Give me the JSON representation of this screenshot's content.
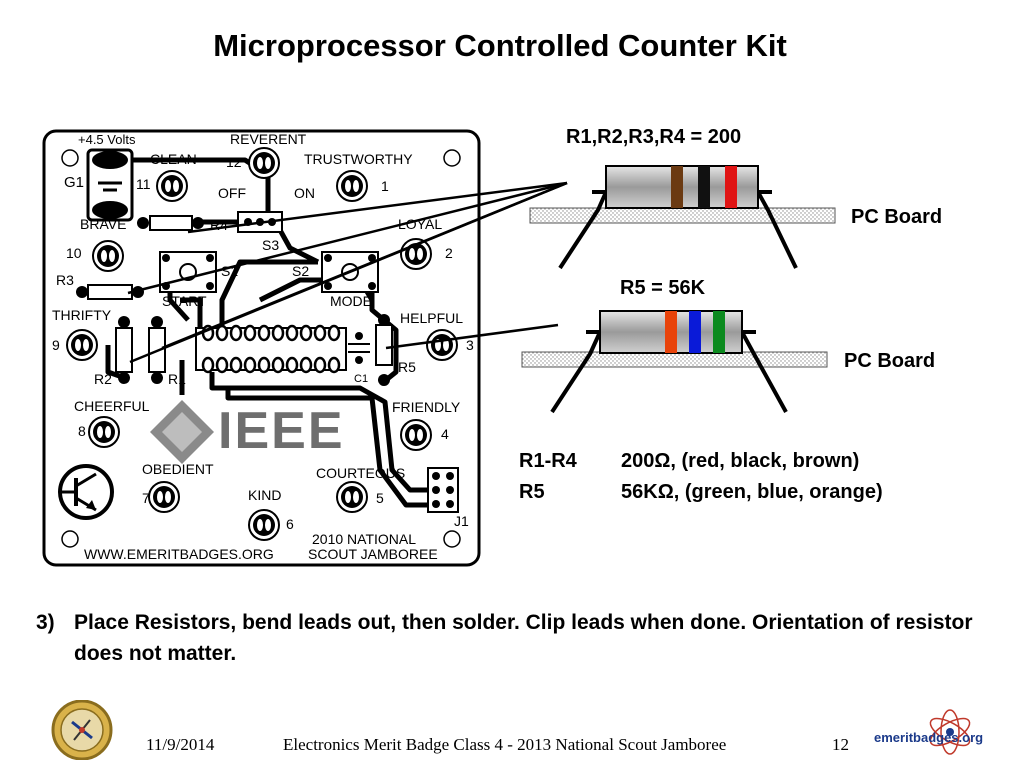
{
  "slide": {
    "title": "Microprocessor Controlled Counter Kit"
  },
  "board": {
    "labels": {
      "volts": "+4.5 Volts",
      "g1": "G1",
      "reverent": "REVERENT",
      "clean": "CLEAN",
      "n12": "12",
      "trustworthy": "TRUSTWORTHY",
      "n11": "11",
      "off": "OFF",
      "on": "ON",
      "n1": "1",
      "brave": "BRAVE",
      "r4": "R4",
      "loyal": "LOYAL",
      "s3": "S3",
      "n10": "10",
      "n2": "2",
      "r3": "R3",
      "s1": "S1",
      "s2": "S2",
      "start": "START",
      "mode": "MODE",
      "thrifty": "THRIFTY",
      "helpful": "HELPFUL",
      "n9": "9",
      "n3": "3",
      "r2": "R2",
      "r1": "R1",
      "c1": "C1",
      "r5": "R5",
      "cheerful": "CHEERFUL",
      "friendly": "FRIENDLY",
      "n8": "8",
      "n4": "4",
      "ieee": "IEEE",
      "obedient": "OBEDIENT",
      "courteous": "COURTEOUS",
      "n7": "7",
      "n5": "5",
      "kind": "KIND",
      "n6": "6",
      "j1": "J1",
      "national": "2010 NATIONAL",
      "website": "WWW.EMERITBADGES.ORG",
      "jamboree": "SCOUT JAMBOREE"
    }
  },
  "diagram": {
    "resistor_a_label": "R1,R2,R3,R4 = 200",
    "pc_board_a": "PC Board",
    "resistor_b_label": "R5 = 56K",
    "pc_board_b": "PC Board",
    "resistor_a_bands": [
      "#6b3a12",
      "#111111",
      "#e01414"
    ],
    "resistor_b_bands": [
      "#e8430a",
      "#0a1ad8",
      "#0b8a1e"
    ]
  },
  "legend": {
    "rows": [
      {
        "ref": "R1-R4",
        "value": "200Ω, (red, black, brown)"
      },
      {
        "ref": "R5",
        "value": "56KΩ, (green, blue, orange)"
      }
    ]
  },
  "instruction": {
    "number": "3)",
    "text": "Place Resistors, bend leads out, then solder.  Clip leads when done. Orientation of resistor does not matter."
  },
  "footer": {
    "date": "11/9/2014",
    "course": "Electronics Merit Badge Class 4 - 2013 National Scout Jamboree",
    "page": "12",
    "logo_text": "emeritbadges.org"
  }
}
